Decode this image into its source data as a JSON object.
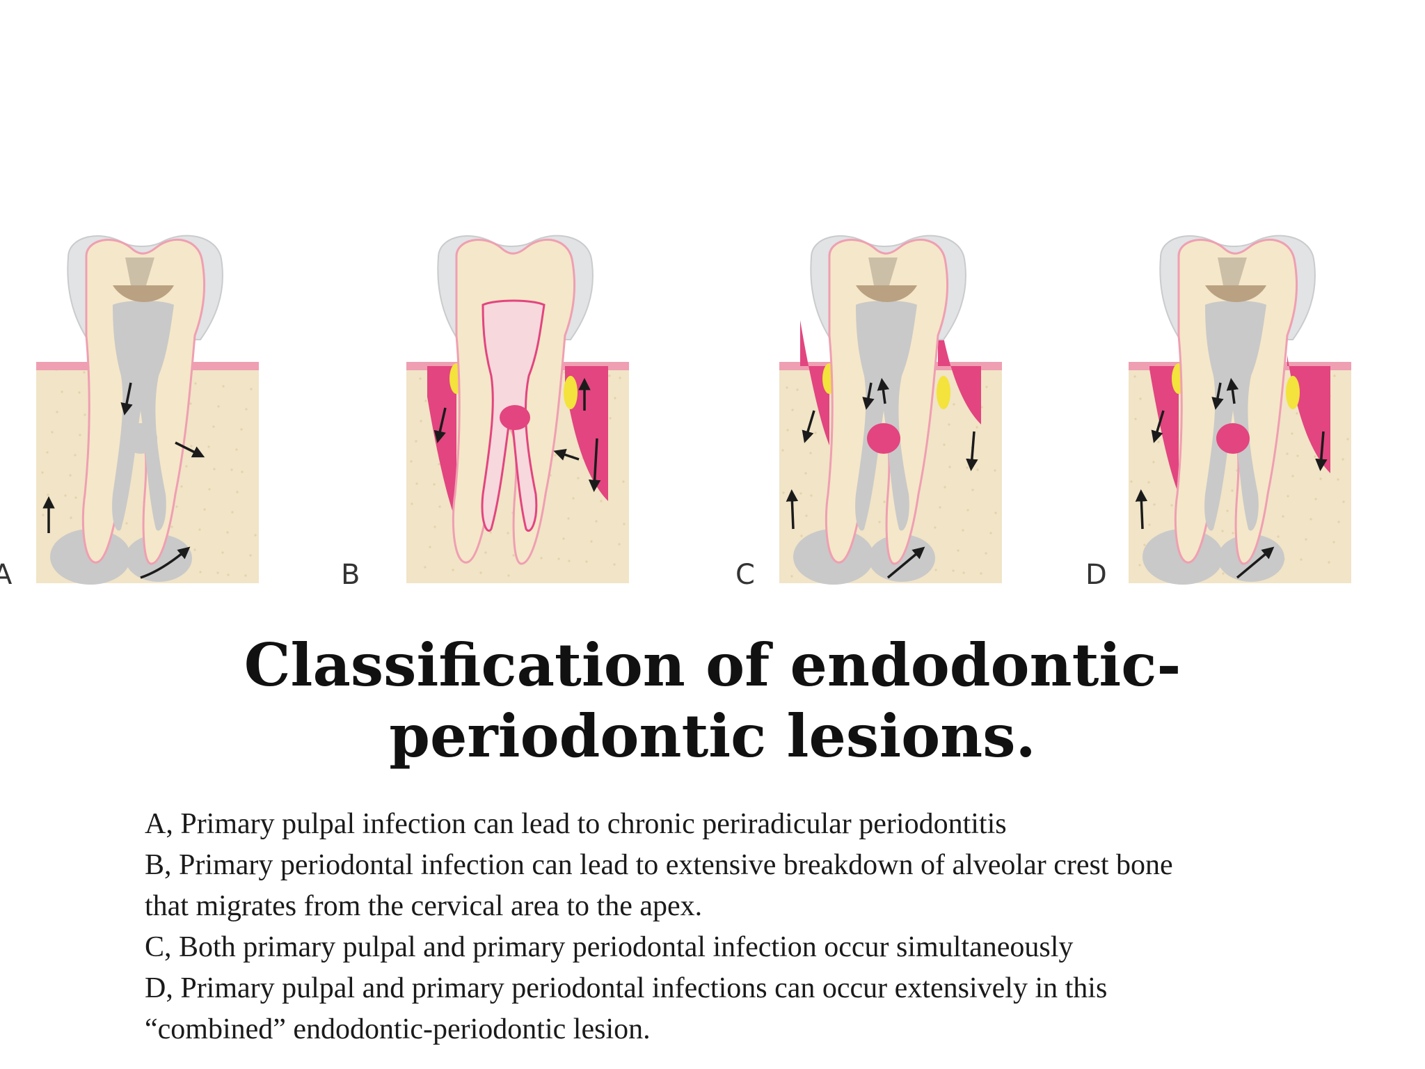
{
  "figure": {
    "panels": [
      {
        "letter": "A",
        "variant": "pulpal"
      },
      {
        "letter": "B",
        "variant": "periodontal"
      },
      {
        "letter": "C",
        "variant": "concomitant"
      },
      {
        "letter": "D",
        "variant": "combined"
      }
    ],
    "colors": {
      "enamel": "#e1e3e5",
      "dentin": "#f5e7c9",
      "pulp": "#c9c9c9",
      "caries": "#b9a182",
      "restoration": "#cbbfa8",
      "bone": "#f1e4c7",
      "gingiva": "#ef9fb2",
      "lesion": "#e2457f",
      "calculus": "#f3e33c",
      "arrow": "#1b1b1b"
    }
  },
  "title": {
    "line1": "Classification of endodontic-",
    "line2": "periodontic lesions."
  },
  "caption": {
    "lines": [
      "A, Primary pulpal infection can lead to chronic periradicular periodontitis",
      "B, Primary periodontal infection can lead to extensive breakdown of alveolar crest bone",
      "that migrates from the cervical area to the apex.",
      "C, Both primary pulpal and primary periodontal infection occur simultaneously",
      "D, Primary pulpal and primary periodontal infections can occur extensively in this",
      "“combined” endodontic-periodontic lesion."
    ]
  }
}
